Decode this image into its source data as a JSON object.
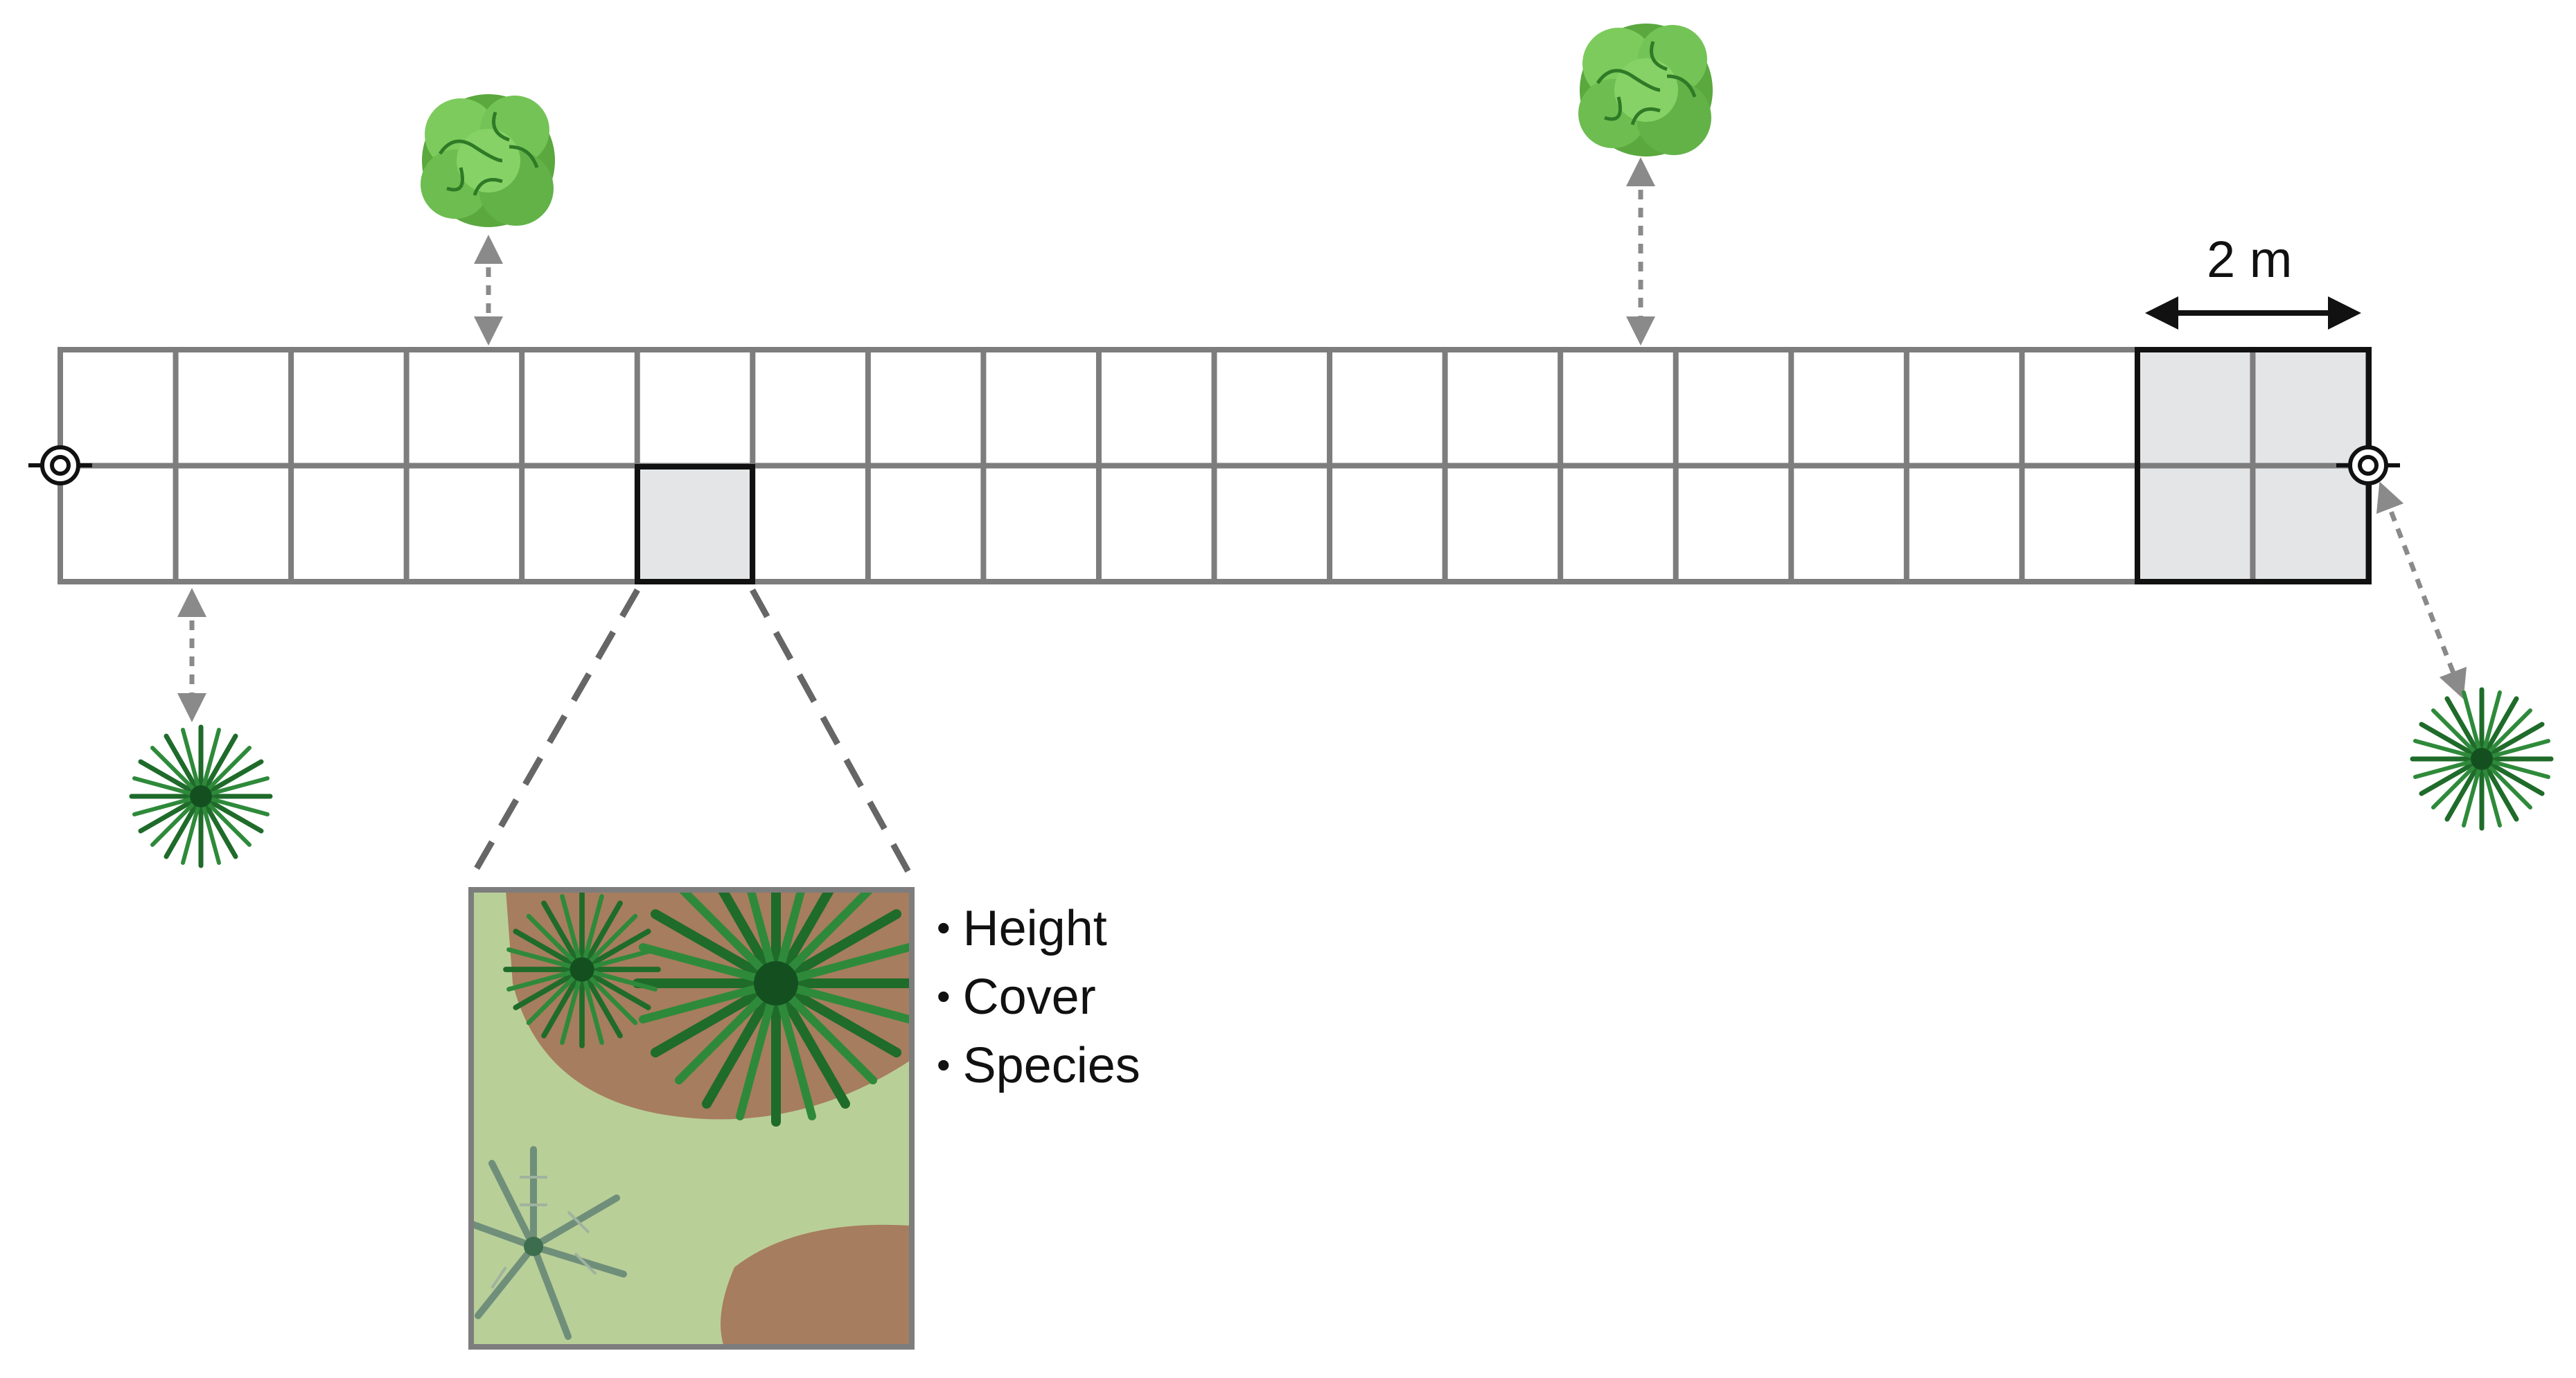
{
  "transect": {
    "columns": 20,
    "rows": 2,
    "scale_label": "2 m"
  },
  "attributes": [
    "Height",
    "Cover",
    "Species"
  ],
  "colors": {
    "grid_line": "#7d7d7d",
    "highlight_fill": "#e3e5e7",
    "ground": "#b9cf98",
    "soil": "#a67d5e",
    "shrub_light": "#6bbf4e",
    "shrub_dark": "#2f7f2a",
    "arrow": "#8a8a8a"
  },
  "icons": [
    "survey-marker-icon",
    "shrub-icon",
    "grass-tuft-icon",
    "palm-icon"
  ]
}
